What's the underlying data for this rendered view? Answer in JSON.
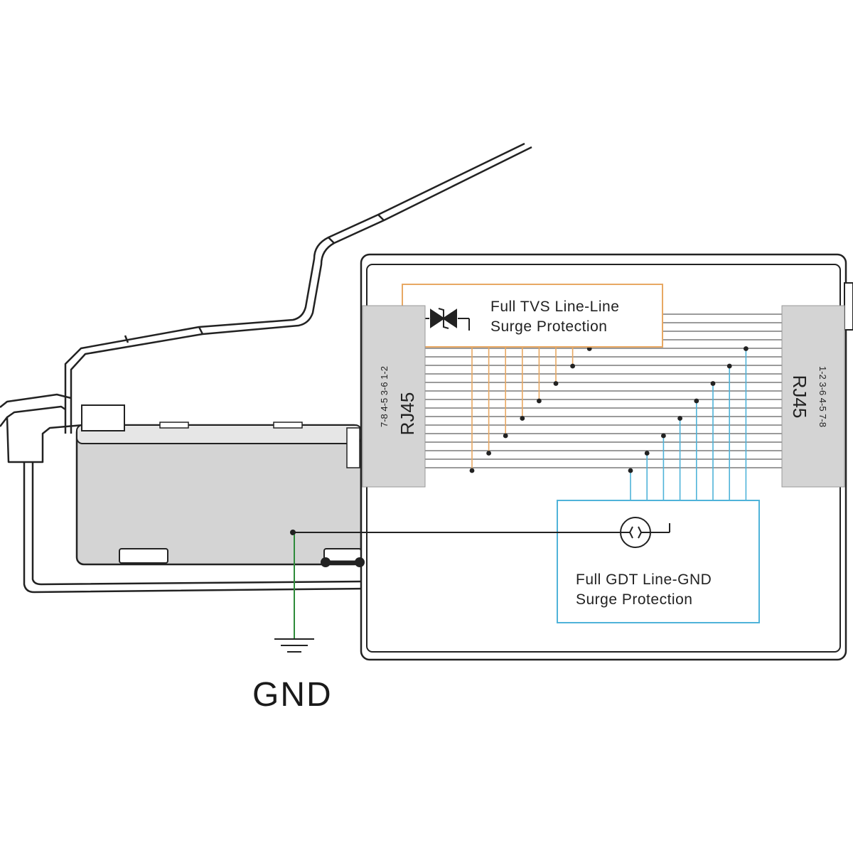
{
  "tvs_box": {
    "line1": "Full TVS Line-Line",
    "line2": "Surge Protection",
    "border_color": "#e8a863",
    "icon": "tvs-diode-icon"
  },
  "gdt_box": {
    "line1": "Full GDT Line-GND",
    "line2": "Surge Protection",
    "border_color": "#4fb3d9",
    "icon": "gas-discharge-tube-icon"
  },
  "rj45_left": {
    "title": "RJ45",
    "pins": "7-8  4-5  3-6  1-2"
  },
  "rj45_right": {
    "title": "RJ45",
    "pins": "1-2  3-6  4-5  7-8"
  },
  "ground": {
    "label": "GND",
    "wire_color": "#2e8b3a",
    "icon": "ground-icon"
  }
}
